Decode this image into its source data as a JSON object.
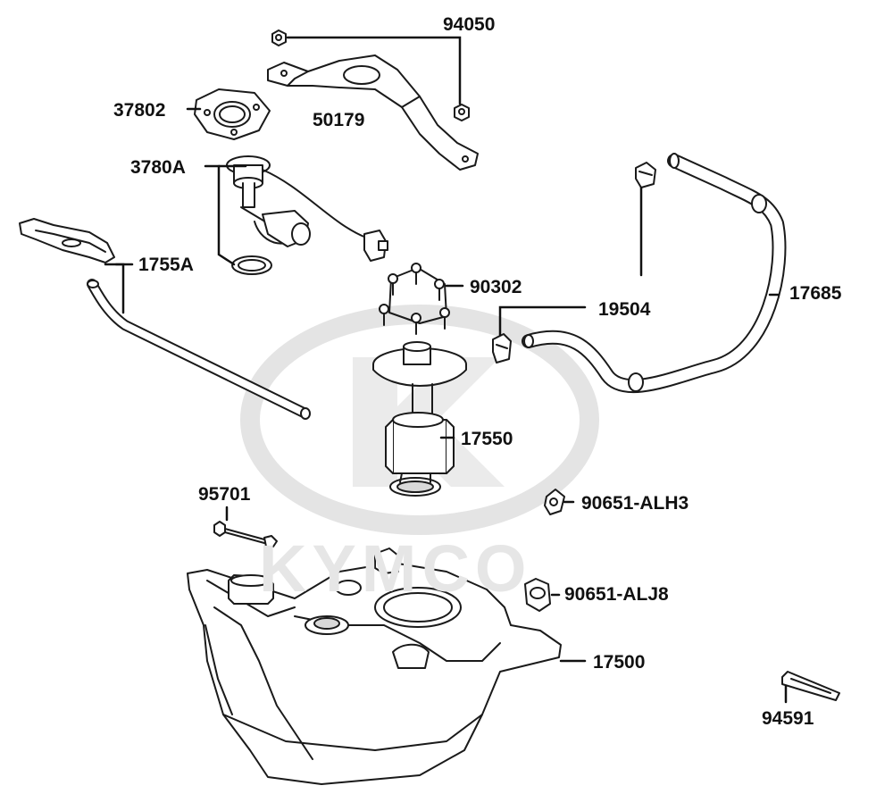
{
  "watermark": {
    "brand": "KYMCO",
    "color": "#e4e4e4"
  },
  "colors": {
    "ink": "#111111",
    "part_stroke": "#1a1a1a",
    "part_fill": "#ffffff",
    "shade": "#d9d9d9"
  },
  "parts": [
    {
      "id": "94050",
      "label": "94050",
      "name": "nut"
    },
    {
      "id": "37802",
      "label": "37802",
      "name": "pump-gasket-plate"
    },
    {
      "id": "50179",
      "label": "50179",
      "name": "tank-bracket"
    },
    {
      "id": "3780A",
      "label": "3780A",
      "name": "fuel-level-sender"
    },
    {
      "id": "1755A",
      "label": "1755A",
      "name": "breather-hose"
    },
    {
      "id": "90302",
      "label": "90302",
      "name": "pump-bolts"
    },
    {
      "id": "19504",
      "label": "19504",
      "name": "hose-clip"
    },
    {
      "id": "17685",
      "label": "17685",
      "name": "fuel-hose"
    },
    {
      "id": "17550",
      "label": "17550",
      "name": "fuel-pump"
    },
    {
      "id": "95701",
      "label": "95701",
      "name": "bolt"
    },
    {
      "id": "90651-ALH3",
      "label": "90651-ALH3",
      "name": "clamp-alh3"
    },
    {
      "id": "90651-ALJ8",
      "label": "90651-ALJ8",
      "name": "clamp-alj8"
    },
    {
      "id": "17500",
      "label": "17500",
      "name": "fuel-tank"
    },
    {
      "id": "94591",
      "label": "94591",
      "name": "tank-strip"
    }
  ]
}
